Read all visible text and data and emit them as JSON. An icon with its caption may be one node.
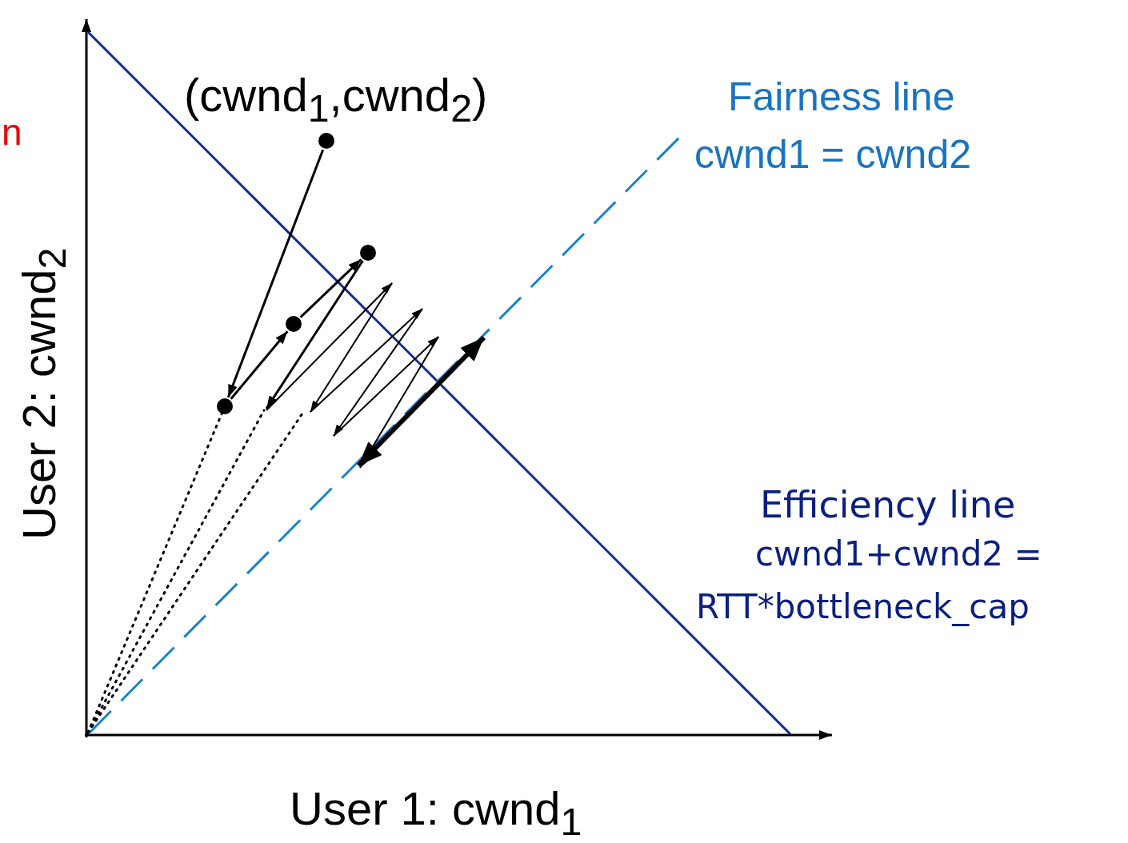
{
  "diagram": {
    "nodes": [
      {
        "text": [],
        "shape": "circle"
      },
      {
        "text": [],
        "shape": "circle"
      },
      {
        "text": [],
        "shape": "circle"
      },
      {
        "text": [],
        "shape": "circle"
      }
    ],
    "edges": [
      {
        "from": 0,
        "to": 3,
        "arrow": "to"
      },
      {
        "from": 3,
        "to": 2,
        "arrow": "to"
      },
      {
        "from": 2,
        "to": 1,
        "arrow": "to"
      },
      {
        "from": 1,
        "to": null,
        "arrow": "to"
      }
    ],
    "labels": [
      "n",
      "(cwnd$_{1}$,cwnd$_{2}$)",
      "Fairness line",
      "cwnd1 = cwnd2",
      "User 2: cwnd$_{2}$",
      "Efficiency line",
      "cwnd1+cwnd2 =",
      "RTT*bottleneck_cap",
      "User 1: cwnd$_{1}$"
    ]
  }
}
